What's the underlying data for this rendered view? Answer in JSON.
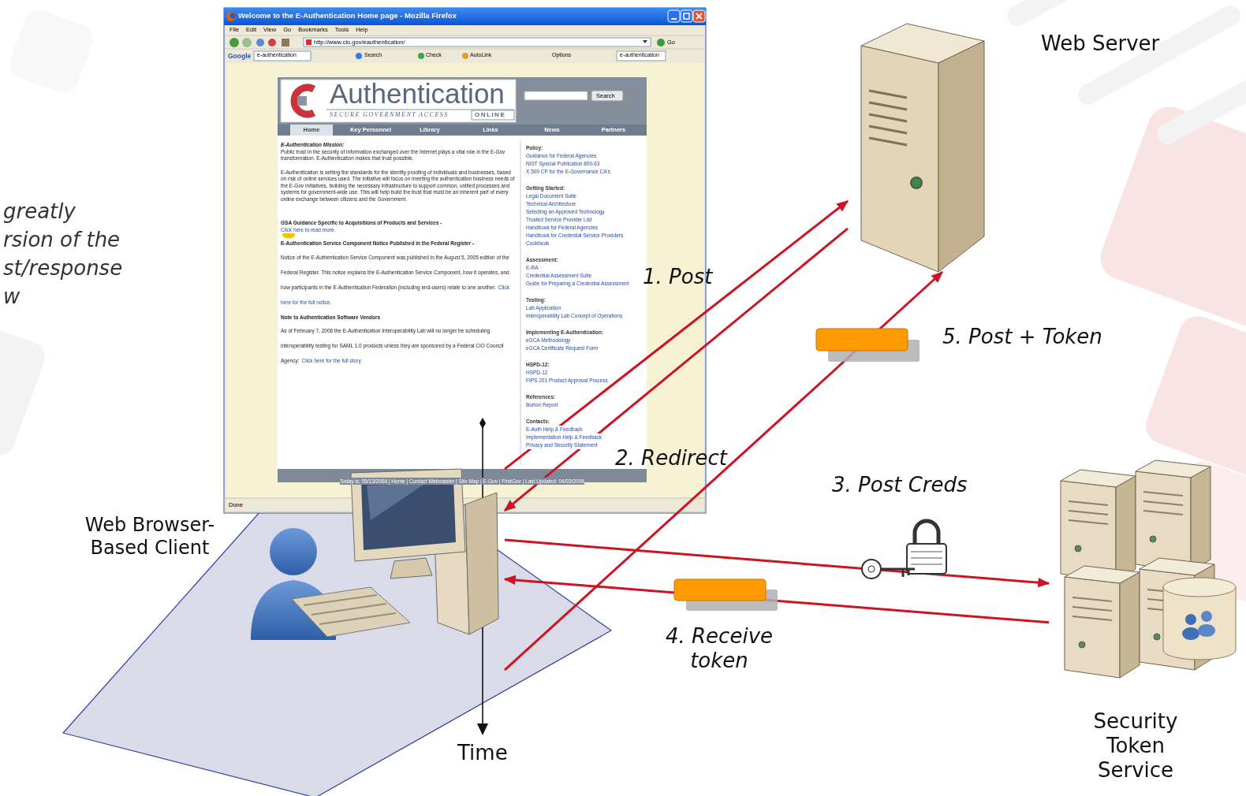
{
  "diagram": {
    "nodes": [
      {
        "text": [
          "Web Browser- Based Client"
        ]
      },
      {
        "text": [
          "Web Server"
        ]
      },
      {
        "text": [
          "Security Token Service"
        ]
      }
    ],
    "edges": [
      {
        "from": 0,
        "to": 1,
        "arrow": "to",
        "label": "1. Post"
      },
      {
        "from": 1,
        "to": 0,
        "arrow": "to",
        "label": "2. Redirect"
      },
      {
        "from": 0,
        "to": 2,
        "arrow": "to",
        "label": "3. Post Creds"
      },
      {
        "from": 2,
        "to": 0,
        "arrow": "to",
        "label": "4. Receive token"
      },
      {
        "from": 0,
        "to": 1,
        "arrow": "to",
        "label": "5. Post + Token"
      }
    ],
    "labels": [
      "greatly rsion of the st/response w",
      "Time",
      "Welcome to the E-Authentication Home page - Mozilla Firefox",
      "File",
      "Edit",
      "View",
      "Go",
      "Bookmarks",
      "Tools",
      "Help",
      "http://www.cio.gov/eauthentication/",
      "Go",
      "Google",
      "e-authentication",
      "Search",
      "Check",
      "AutoLink",
      "Options",
      "e-authentication",
      "Authentication",
      "SECURE GOVERNMENT ACCESS",
      "ONLINE",
      "Search",
      "Home",
      "Key Personnel",
      "Library",
      "Links",
      "News",
      "Partners",
      "E-Authentication Mission:",
      "Public trust in the security of information exchanged over the Internet plays a vital role in the E-Gov transformation. E-Authentication makes that trust possible.",
      "E-Authentication is setting the standards for the identity proofing of individuals and businesses, based on risk of online services used. The initiative will focus on meeting the authentication business needs of the E-Gov initiatives, building the necessary infrastructure to support common, unified processes and systems for government-wide use. This will help build the trust that must be an inherent part of every online exchange between citizens and the Government.",
      "GSA Guidance Specific to Acquisitions of Products and Services -",
      "Click here to read more.",
      "E-Authentication Service Component Notice Published in the Federal Register -",
      "Notice of the E-Authentication Service Component was published in the August 5, 2005 edition of the Federal Register. This notice explains the E-Authentication Service Component, how it operates, and how participants in the E-Authentication Federation (including end-users) relate to one another.",
      "Click here for the full notice.",
      "Note to Authentication Software Vendors",
      "As of February 7, 2006 the E-Authentication Interoperability Lab will no longer be scheduling interoperability testing for SAML 1.0 products unless they are sponsored by a Federal CIO Council Agency:",
      "Click here for the full story.",
      "Policy:",
      "Guidance for Federal Agencies",
      "NIST Special Publication 800-63",
      "X.509 CP for the E-Governance CA's",
      "Getting Started:",
      "Legal Document Suite",
      "Technical Architecture",
      "Selecting an Approved Technology",
      "Trusted Service Provider List",
      "Handbook for Federal Agencies",
      "Handbook for Credential Service Providers",
      "Cookbook",
      "Assessment:",
      "E-RA",
      "Credential Assessment Suite",
      "Guide for Preparing a Credential Assessment",
      "Testing:",
      "Lab Application",
      "Interoperability Lab Concept of Operations",
      "Implementing E-Authentication:",
      "eGCA Methodology",
      "eGCA Certificate Request Form",
      "HSPD-12:",
      "HSPD-12",
      "FIPS 201 Product Approval Process",
      "References:",
      "Burton Report",
      "Contacts:",
      "E-Auth Help & Feedback",
      "Implementation Help & Feedback",
      "Privacy and Security Statement",
      "Today is: 05/13/2006 | Home | Contact Webmaster | Site Map | E-Gov | FirstGov | Last Updated: 04/03/2006",
      "Done"
    ]
  }
}
